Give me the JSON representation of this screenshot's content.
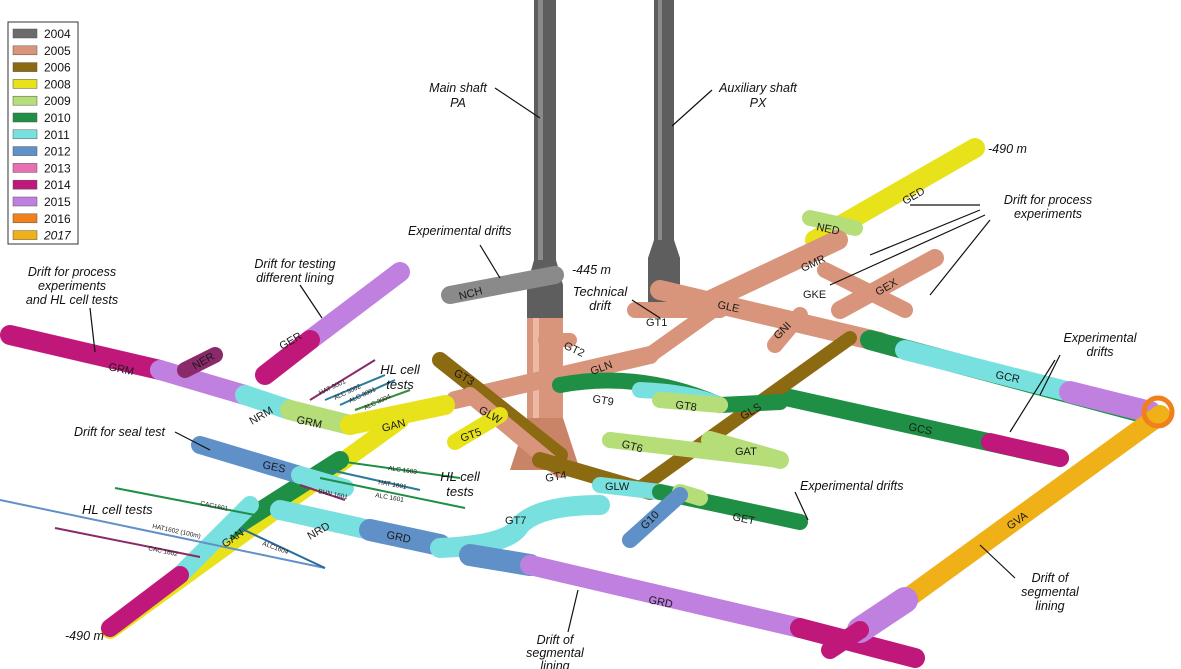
{
  "legend": {
    "items": [
      {
        "year": "2004",
        "color": "#6b6b6b"
      },
      {
        "year": "2005",
        "color": "#d9957b"
      },
      {
        "year": "2006",
        "color": "#8c6a12"
      },
      {
        "year": "2008",
        "color": "#e8e21a"
      },
      {
        "year": "2009",
        "color": "#b5de78"
      },
      {
        "year": "2010",
        "color": "#1f8f45"
      },
      {
        "year": "2011",
        "color": "#79e0e0"
      },
      {
        "year": "2012",
        "color": "#6090c8"
      },
      {
        "year": "2013",
        "color": "#e870b0"
      },
      {
        "year": "2014",
        "color": "#c0187a"
      },
      {
        "year": "2015",
        "color": "#c080e0"
      },
      {
        "year": "2016",
        "color": "#f0801a"
      },
      {
        "year": "2017",
        "color": "#f0b018"
      }
    ]
  },
  "annotations": {
    "main_shaft": [
      "Main shaft",
      "PA"
    ],
    "aux_shaft": [
      "Auxiliary shaft",
      "PX"
    ],
    "exp_drifts_top": "Experimental drifts",
    "depth_445": "-445 m",
    "depth_490_top": "-490 m",
    "depth_490_bottom": "-490 m",
    "technical_drift": [
      "Technical",
      "drift"
    ],
    "process_experiments": [
      "Drift for process",
      "experiments"
    ],
    "process_hl": [
      "Drift for process",
      "experiments",
      "and HL cell tests"
    ],
    "testing_lining": [
      "Drift for testing",
      "different lining"
    ],
    "hl_cell_tests_1": [
      "HL cell",
      "tests"
    ],
    "hl_cell_tests_2": [
      "HL cell",
      "tests"
    ],
    "hl_cell_tests_3": "HL cell tests",
    "seal_test": "Drift for seal test",
    "exp_drifts_right": [
      "Experimental",
      "drifts"
    ],
    "exp_drifts_mid": "Experimental drifts",
    "segmental_right": [
      "Drift of",
      "segmental",
      "lining"
    ],
    "segmental_bottom": [
      "Drift of",
      "segmental",
      "lining"
    ]
  },
  "tunnel_labels": {
    "GED": "GED",
    "NED": "NED",
    "GMR": "GMR",
    "GKE": "GKE",
    "GEX": "GEX",
    "GLE": "GLE",
    "GNI": "GNI",
    "GT1": "GT1",
    "GT2": "GT2",
    "GLN": "GLN",
    "NCH": "NCH",
    "GCR": "GCR",
    "GCS": "GCS",
    "GLS": "GLS",
    "GT9": "GT9",
    "GT8": "GT8",
    "GT3": "GT3",
    "GLW1": "GLW",
    "GT5": "GT5",
    "GAN1": "GAN",
    "GRM1": "GRM",
    "GRM2": "GRM",
    "NRM": "NRM",
    "NER": "NER",
    "GER": "GER",
    "GT6": "GT6",
    "GAT": "GAT",
    "GT4": "GT4",
    "GLW2": "GLW",
    "GES": "GES",
    "GT7": "GT7",
    "G10": "G10",
    "GET": "GET",
    "GRD1": "GRD",
    "GRD2": "GRD",
    "NRD": "NRD",
    "GAN2": "GAN",
    "GVA": "GVA"
  },
  "borehole_labels": {
    "HAT3001": "HAT 3001",
    "ALC3002": "ALC 3002",
    "ALC3001": "ALC 3001",
    "ALC3004": "ALC 3004",
    "ALC1603": "ALC 1603",
    "HAT1601": "HAT 1601",
    "ALC1601": "ALC 1601",
    "BHN1601": "BHN 1601",
    "CAC1601": "CAC1601",
    "HAT1602": "HAT1602 (100m)",
    "ALC1604": "ALC1604",
    "CAC1602": "CAC 1602"
  }
}
